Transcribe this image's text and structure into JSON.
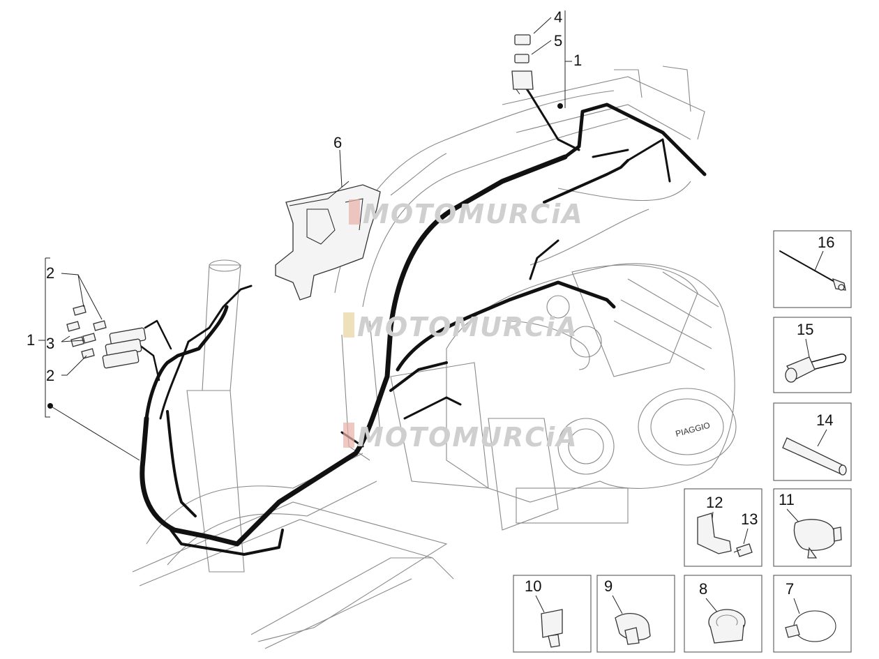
{
  "watermark": "MOTOMURCiA",
  "engine_brand": "PIAGGIO",
  "callouts": {
    "c1a": "1",
    "c1b": "1",
    "c2a": "2",
    "c2b": "2",
    "c3": "3",
    "c4": "4",
    "c5": "5",
    "c6": "6",
    "c7": "7",
    "c8": "8",
    "c9": "9",
    "c10": "10",
    "c11": "11",
    "c12": "12",
    "c13": "13",
    "c14": "14",
    "c15": "15",
    "c16": "16"
  }
}
